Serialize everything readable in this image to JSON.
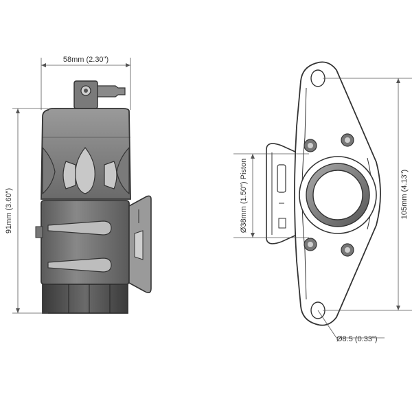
{
  "dimensions": {
    "width": "58mm (2.30\")",
    "height": "91mm (3.60\")",
    "piston": "Ø38mm (1.50\") Piston",
    "flange": "105mm (4.13\")",
    "hole": "Ø8.5 (0.33\")"
  },
  "colors": {
    "body_top": "#8a8a8a",
    "body_bottom": "#4a4a4a",
    "outline": "#333333",
    "flange_fill": "#ffffff"
  }
}
